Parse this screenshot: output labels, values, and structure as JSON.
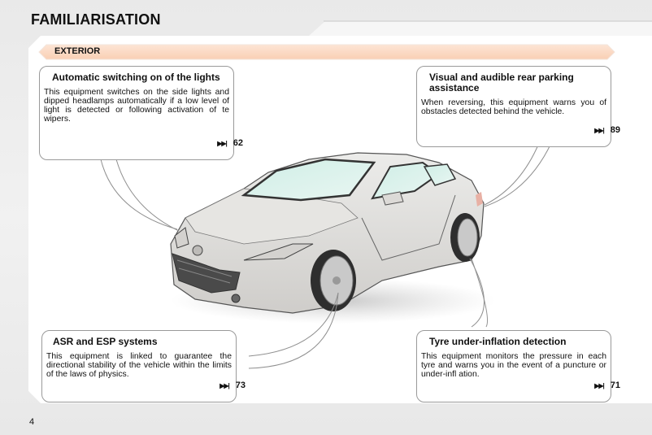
{
  "header": {
    "title": "FAMILIARISATION"
  },
  "section": {
    "label": "EXTERIOR",
    "banner_color": "#fbd9c2"
  },
  "callouts": [
    {
      "id": "auto-lights",
      "title": "Automatic switching on of the lights",
      "body": "This equipment switches on the side lights and dipped headlamps automatically if a low level of light is detected or following activation of te wipers.",
      "ref_icon": "skip-forward-icon",
      "page_ref": "62"
    },
    {
      "id": "rear-parking",
      "title": "Visual and audible rear parking assistance",
      "body": "When reversing, this equipment warns you of obstacles detected behind the vehicle.",
      "ref_icon": "skip-forward-icon",
      "page_ref": "89"
    },
    {
      "id": "asr-esp",
      "title": "ASR and ESP systems",
      "body": "This equipment is linked to guarantee the directional stability of the vehicle within the limits of the laws of physics.",
      "ref_icon": "skip-forward-icon",
      "page_ref": "73"
    },
    {
      "id": "tyre-pressure",
      "title": "Tyre under-inflation detection",
      "body": "This equipment monitors the pressure in each tyre and warns you in the event of a puncture or under-infl ation.",
      "ref_icon": "skip-forward-icon",
      "page_ref": "71"
    }
  ],
  "illustration": {
    "subject": "car-illustration"
  },
  "footer": {
    "page_number": "4"
  }
}
